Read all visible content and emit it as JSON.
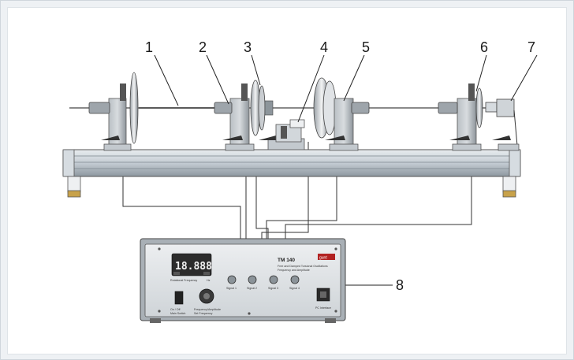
{
  "callouts": [
    "1",
    "2",
    "3",
    "4",
    "5",
    "6",
    "7",
    "8"
  ],
  "device": {
    "model": "TM 140",
    "brand": "gunt",
    "subtitle_1": "Free and Damped Torsional Oscillations",
    "subtitle_2": "Frequency and Amplitude",
    "display_value": "18.888",
    "display_label_left": "Rotational Frequency",
    "display_label_right": "Hz",
    "channel_labels": [
      "Signal 1",
      "Signal 2",
      "Signal 3",
      "Signal 4"
    ],
    "power_label_1": "On / Off",
    "power_label_2": "Main Switch",
    "knob_label_1": "Frequency/Amplitude",
    "knob_label_2": "Set Frequency",
    "connector_label": "PC Interface"
  },
  "colors": {
    "rail": "#b8c2cc",
    "body": "#d9dde1",
    "dark": "#3a3a3a",
    "foot": "#c8a24a"
  }
}
